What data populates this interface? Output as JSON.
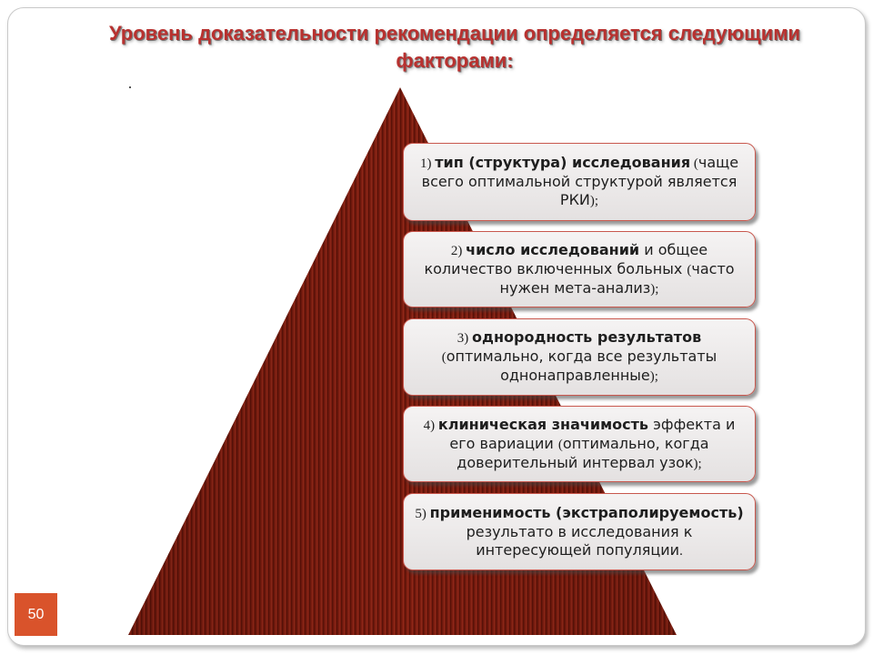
{
  "slide": {
    "title": "Уровень доказательности рекомендации определяется следующими факторами:",
    "page_number": "50",
    "accent_color": "#d9532b",
    "title_color": "#b8312f",
    "pyramid_color": "#7d1d10"
  },
  "factors": [
    {
      "num": "1) ",
      "term": "тип (структура) исследования",
      "open": " (",
      "detail": "чаще всего оптимальной структурой является РКИ",
      "close": ");"
    },
    {
      "num": "2) ",
      "term": "число исследований",
      "detail1": " и общее количество включенных больных ",
      "open": "(",
      "detail2": "часто нужен мета-анализ",
      "close": ");"
    },
    {
      "num": "3) ",
      "term": "однородность результатов",
      "open": " (",
      "detail": "оптимально, когда все результаты однонаправленные",
      "close": ");"
    },
    {
      "num": "4) ",
      "term": "клиническая значимость",
      "detail1": " эффекта и его вариации ",
      "open": "(",
      "detail2": "оптимально, когда доверительный интервал узок",
      "close": ");"
    },
    {
      "num": "5) ",
      "term": "применимость (экстраполируемость)",
      "detail": " результато в исследования к интересующей популяции",
      "close": "."
    }
  ]
}
